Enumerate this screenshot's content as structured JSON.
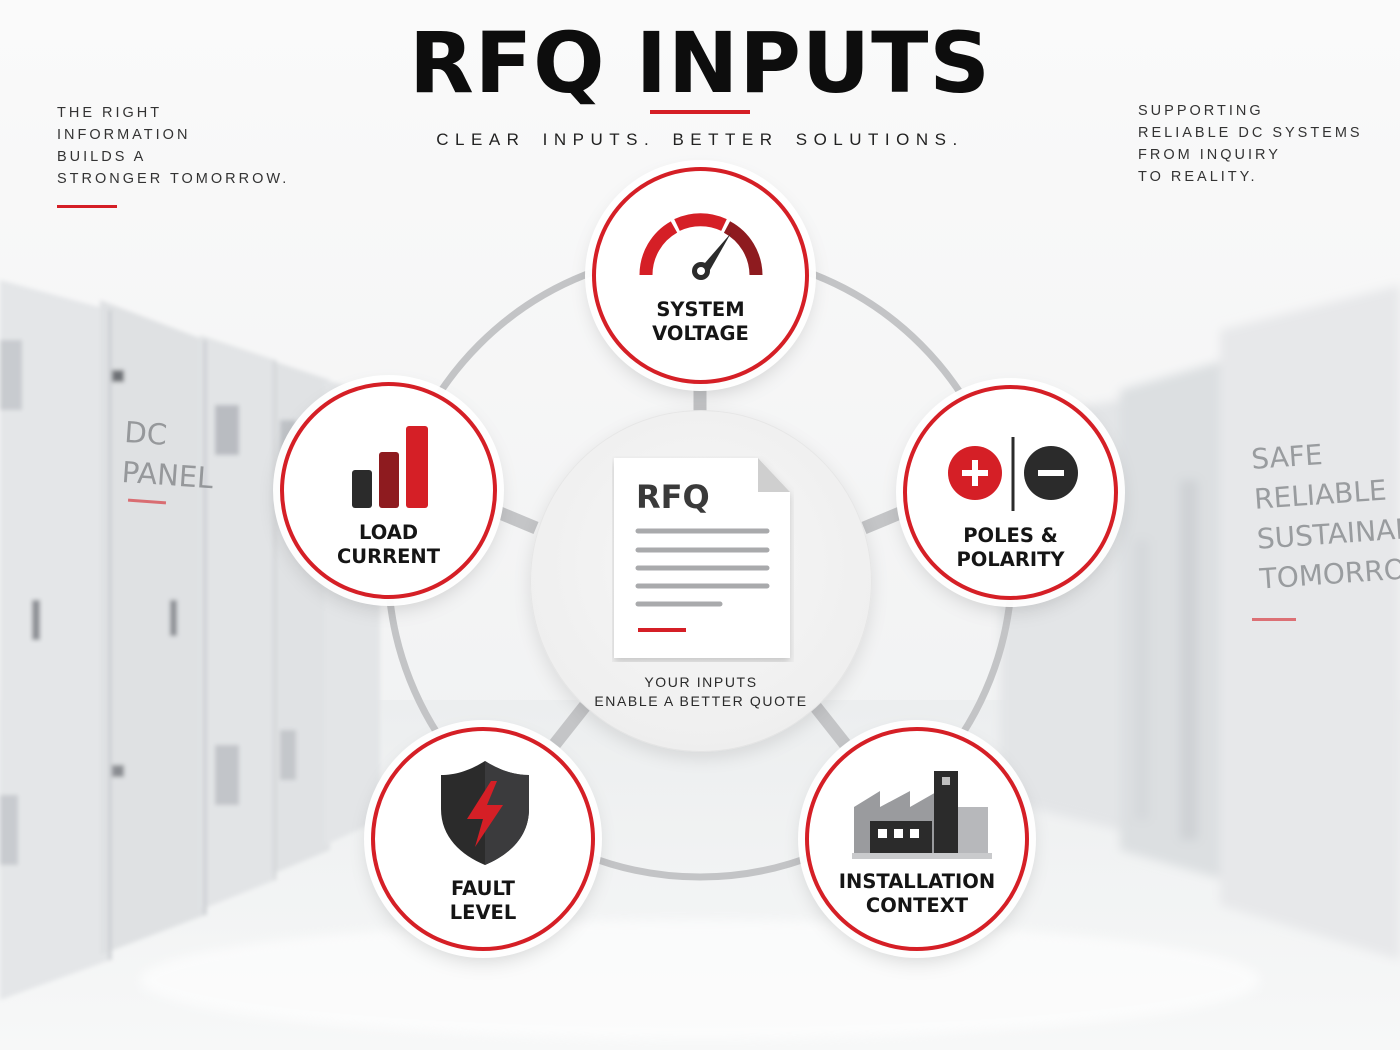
{
  "header": {
    "title": "RFQ INPUTS",
    "tagline": "CLEAR INPUTS.  BETTER SOLUTIONS."
  },
  "left_note": {
    "lines": [
      "THE RIGHT",
      "INFORMATION",
      "BUILDS A",
      "STRONGER TOMORROW."
    ]
  },
  "right_note": {
    "lines": [
      "SUPPORTING",
      "RELIABLE DC SYSTEMS",
      "FROM INQUIRY",
      "TO REALITY."
    ]
  },
  "background": {
    "panel_label": [
      "DC",
      "PANEL"
    ],
    "wall_text": [
      "SAFE",
      "RELIABLE",
      "SUSTAINABLE",
      "TOMORROW"
    ]
  },
  "center": {
    "doc_title": "RFQ",
    "caption": [
      "YOUR INPUTS",
      "ENABLE A BETTER QUOTE"
    ]
  },
  "nodes": {
    "system_voltage": {
      "label": [
        "SYSTEM",
        "VOLTAGE"
      ],
      "icon": "gauge-icon"
    },
    "poles_polarity": {
      "label": [
        "POLES &",
        "POLARITY"
      ],
      "icon": "plus-minus-icon"
    },
    "installation_context": {
      "label": [
        "INSTALLATION",
        "CONTEXT"
      ],
      "icon": "factory-icon"
    },
    "fault_level": {
      "label": [
        "FAULT",
        "LEVEL"
      ],
      "icon": "shield-lightning-icon"
    },
    "load_current": {
      "label": [
        "LOAD",
        "CURRENT"
      ],
      "icon": "bar-chart-icon"
    }
  },
  "colors": {
    "accent": "#d51f26",
    "dark": "#2b2b2b",
    "dark_red": "#8e1b1f"
  }
}
